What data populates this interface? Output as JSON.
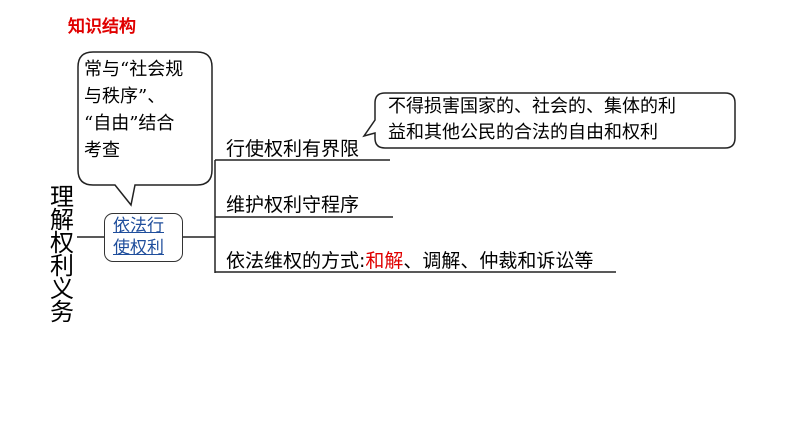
{
  "title": "知识结构",
  "left_note": {
    "lines": [
      "常与“社会规",
      "与秩序”、",
      "“自由”结合",
      "考查"
    ]
  },
  "root": "理解权利义务",
  "center": {
    "line1": "依法行",
    "line2": "使权利"
  },
  "branches": [
    {
      "label": "行使权利有界限"
    },
    {
      "label": "维护权利守程序"
    },
    {
      "label": "依法维权的方式:",
      "highlight": "和解",
      "rest": "、调解、仲裁和诉讼等"
    }
  ],
  "right_note": {
    "lines": [
      "不得损害国家的、社会的、集体的利",
      "益和其他公民的合法的自由和权利"
    ]
  },
  "colors": {
    "accent": "#e00000",
    "link": "#1f4e9c"
  }
}
